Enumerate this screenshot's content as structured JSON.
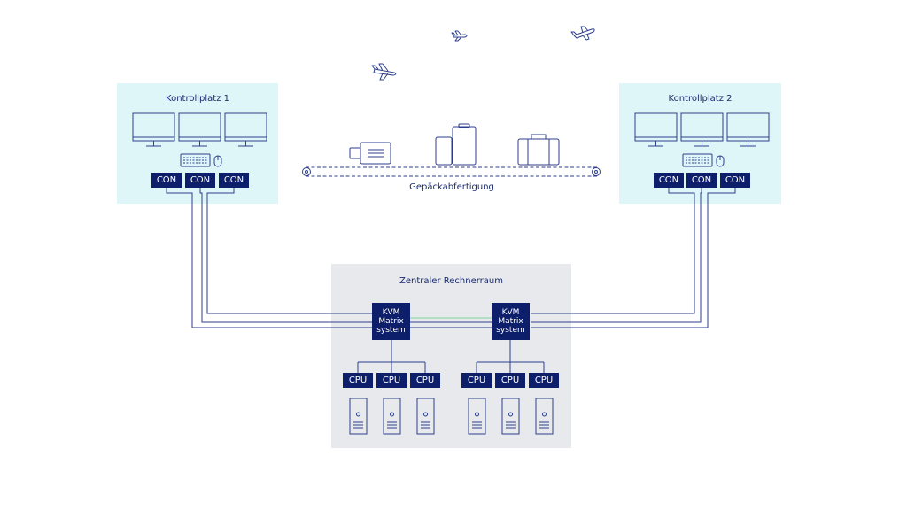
{
  "diagram": {
    "control_left": {
      "title": "Kontrollplatz 1",
      "consoles": [
        "CON",
        "CON",
        "CON"
      ]
    },
    "control_right": {
      "title": "Kontrollplatz 2",
      "consoles": [
        "CON",
        "CON",
        "CON"
      ]
    },
    "conveyor": {
      "caption": "Gepäckabfertigung"
    },
    "server_room": {
      "title": "Zentraler Rechnerraum",
      "kvm": [
        {
          "lines": [
            "KVM",
            "Matrix",
            "system"
          ]
        },
        {
          "lines": [
            "KVM",
            "Matrix",
            "system"
          ]
        }
      ],
      "cpus": [
        "CPU",
        "CPU",
        "CPU",
        "CPU",
        "CPU",
        "CPU"
      ]
    },
    "colors": {
      "navy": "#0d1f6b",
      "line": "#2c3e8c",
      "control_bg": "#dff6f9",
      "room_bg": "#e7e9ed",
      "link": "#7ed3a0"
    },
    "icons": [
      "airplane-icon",
      "monitor-icon",
      "keyboard-icon",
      "mouse-icon",
      "suitcase-icon",
      "tower-pc-icon"
    ]
  }
}
